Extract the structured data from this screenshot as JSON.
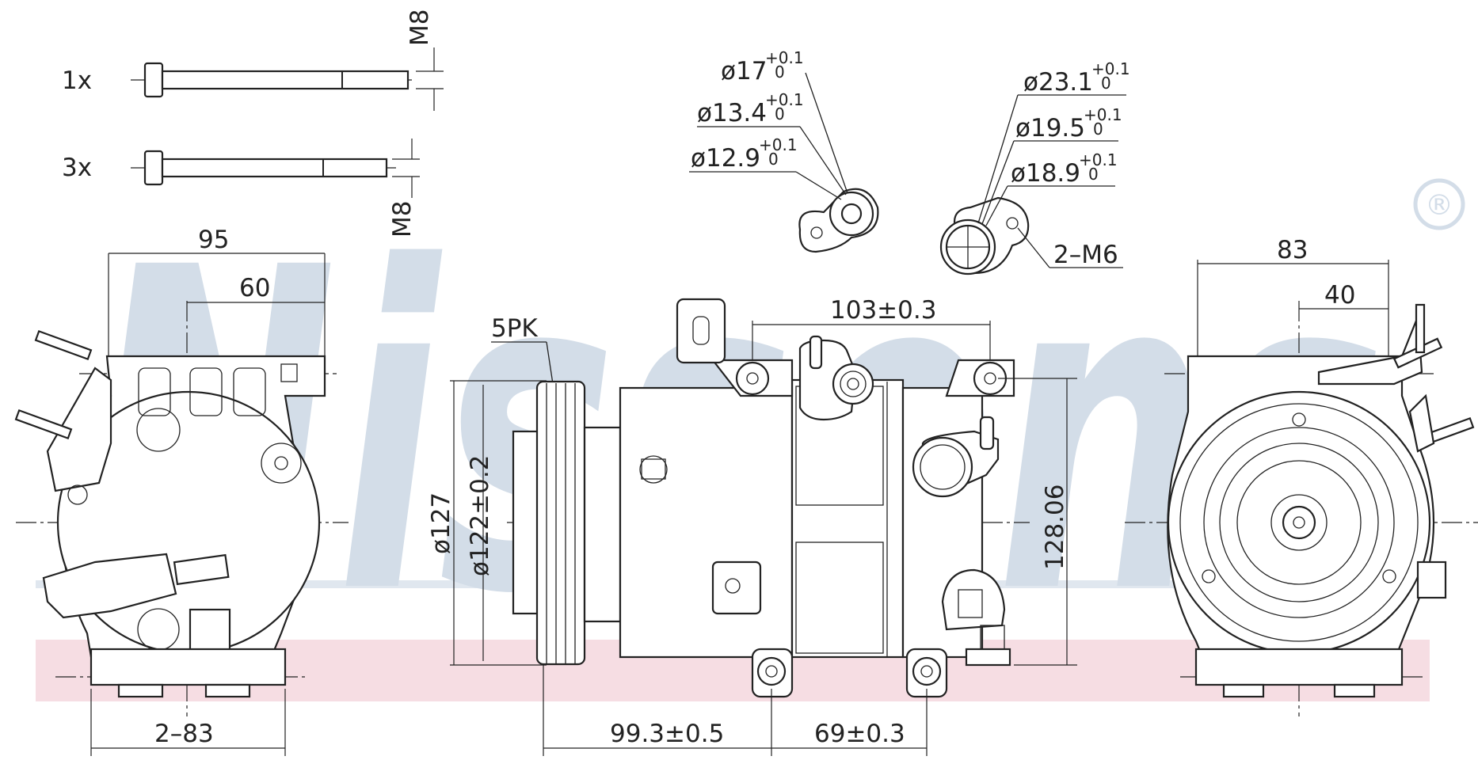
{
  "brand": {
    "watermark": "Nissens",
    "registered_mark": "®",
    "watermark_color": "#d3dde8",
    "band_color": "#f6dde3"
  },
  "bolts": [
    {
      "qty": "1x",
      "thread": "M8"
    },
    {
      "qty": "3x",
      "thread": "M8"
    }
  ],
  "fittings": {
    "suction": [
      {
        "dia": "ø17",
        "tol_top": "+0.1",
        "tol_bot": "0"
      },
      {
        "dia": "ø13.4",
        "tol_top": "+0.1",
        "tol_bot": "0"
      },
      {
        "dia": "ø12.9",
        "tol_top": "+0.1",
        "tol_bot": "0"
      }
    ],
    "discharge": [
      {
        "dia": "ø23.1",
        "tol_top": "+0.1",
        "tol_bot": "0"
      },
      {
        "dia": "ø19.5",
        "tol_top": "+0.1",
        "tol_bot": "0"
      },
      {
        "dia": "ø18.9",
        "tol_top": "+0.1",
        "tol_bot": "0"
      }
    ],
    "thread": "2–M6"
  },
  "dimensions": {
    "left_width": "95",
    "left_inner": "60",
    "left_bottom": "2–83",
    "pulley": "5PK",
    "dia_127": "ø127",
    "dia_122": "ø122±0.2",
    "mount_spacing": "103±0.3",
    "height": "128.06",
    "length_1": "99.3±0.5",
    "length_2": "69±0.3",
    "right_width": "83",
    "right_inner": "40"
  }
}
